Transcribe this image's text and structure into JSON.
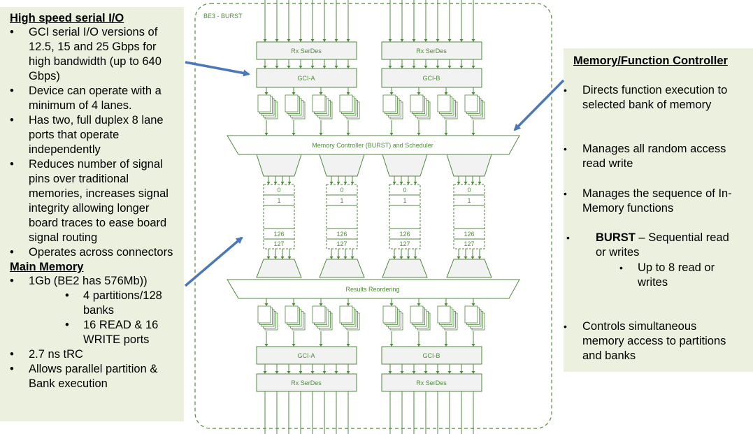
{
  "left_panel": {
    "serial_heading": "High speed serial I/O",
    "serial_items": [
      "GCI serial I/O versions of 12.5, 15 and 25 Gbps for high bandwidth (up to 640 Gbps)",
      "Device can operate with a minimum of 4 lanes.",
      "Has two, full duplex 8 lane ports that operate independently",
      "Reduces number of signal pins over traditional memories, increases signal integrity allowing longer board traces to ease board signal routing",
      "Operates across connectors"
    ],
    "memory_heading": "Main Memory",
    "memory_items": [
      "1Gb (BE2 has 576Mb))",
      "4 partitions/128 banks",
      "16 READ &  16 WRITE ports",
      "2.7 ns tRC",
      "Allows parallel partition & Bank execution"
    ]
  },
  "right_panel": {
    "heading": "Memory/Function Controller",
    "item1": "Directs function execution to selected bank of memory",
    "item2": "Manages all random access read write",
    "item3": "Manages the sequence of In-Memory functions",
    "burst_bold": "BURST",
    "burst_rest": " – Sequential read or writes",
    "burst_sub": "Up to 8 read or writes",
    "item5": "Controls simultaneous memory access to partitions and banks"
  },
  "diagram": {
    "chip_label": "BE3 - BURST",
    "rx_serdes": "Rx SerDes",
    "gci_a": "GCI-A",
    "gci_b": "GCI-B",
    "memory_controller": "Memory Controller (BURST) and Scheduler",
    "results_reordering": "Results Reordering",
    "bank_labels": [
      "0",
      "1",
      "126",
      "127"
    ]
  },
  "colors": {
    "panel_bg": "#ebf0df",
    "diagram_green": "#4f8a3c",
    "box_fill": "#f2f2f2",
    "arrow_blue": "#4a78b8"
  }
}
